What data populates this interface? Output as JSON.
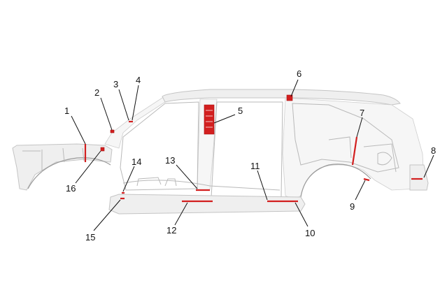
{
  "callouts": [
    {
      "id": "1",
      "label": "1"
    },
    {
      "id": "2",
      "label": "2"
    },
    {
      "id": "3",
      "label": "3"
    },
    {
      "id": "4",
      "label": "4"
    },
    {
      "id": "5",
      "label": "5"
    },
    {
      "id": "6",
      "label": "6"
    },
    {
      "id": "7",
      "label": "7"
    },
    {
      "id": "8",
      "label": "8"
    },
    {
      "id": "9",
      "label": "9"
    },
    {
      "id": "10",
      "label": "10"
    },
    {
      "id": "11",
      "label": "11"
    },
    {
      "id": "12",
      "label": "12"
    },
    {
      "id": "13",
      "label": "13"
    },
    {
      "id": "14",
      "label": "14"
    },
    {
      "id": "15",
      "label": "15"
    },
    {
      "id": "16",
      "label": "16"
    }
  ],
  "colors": {
    "highlight": "#d21f1f",
    "body_outline": "#b9b9b9",
    "text": "#111111"
  }
}
